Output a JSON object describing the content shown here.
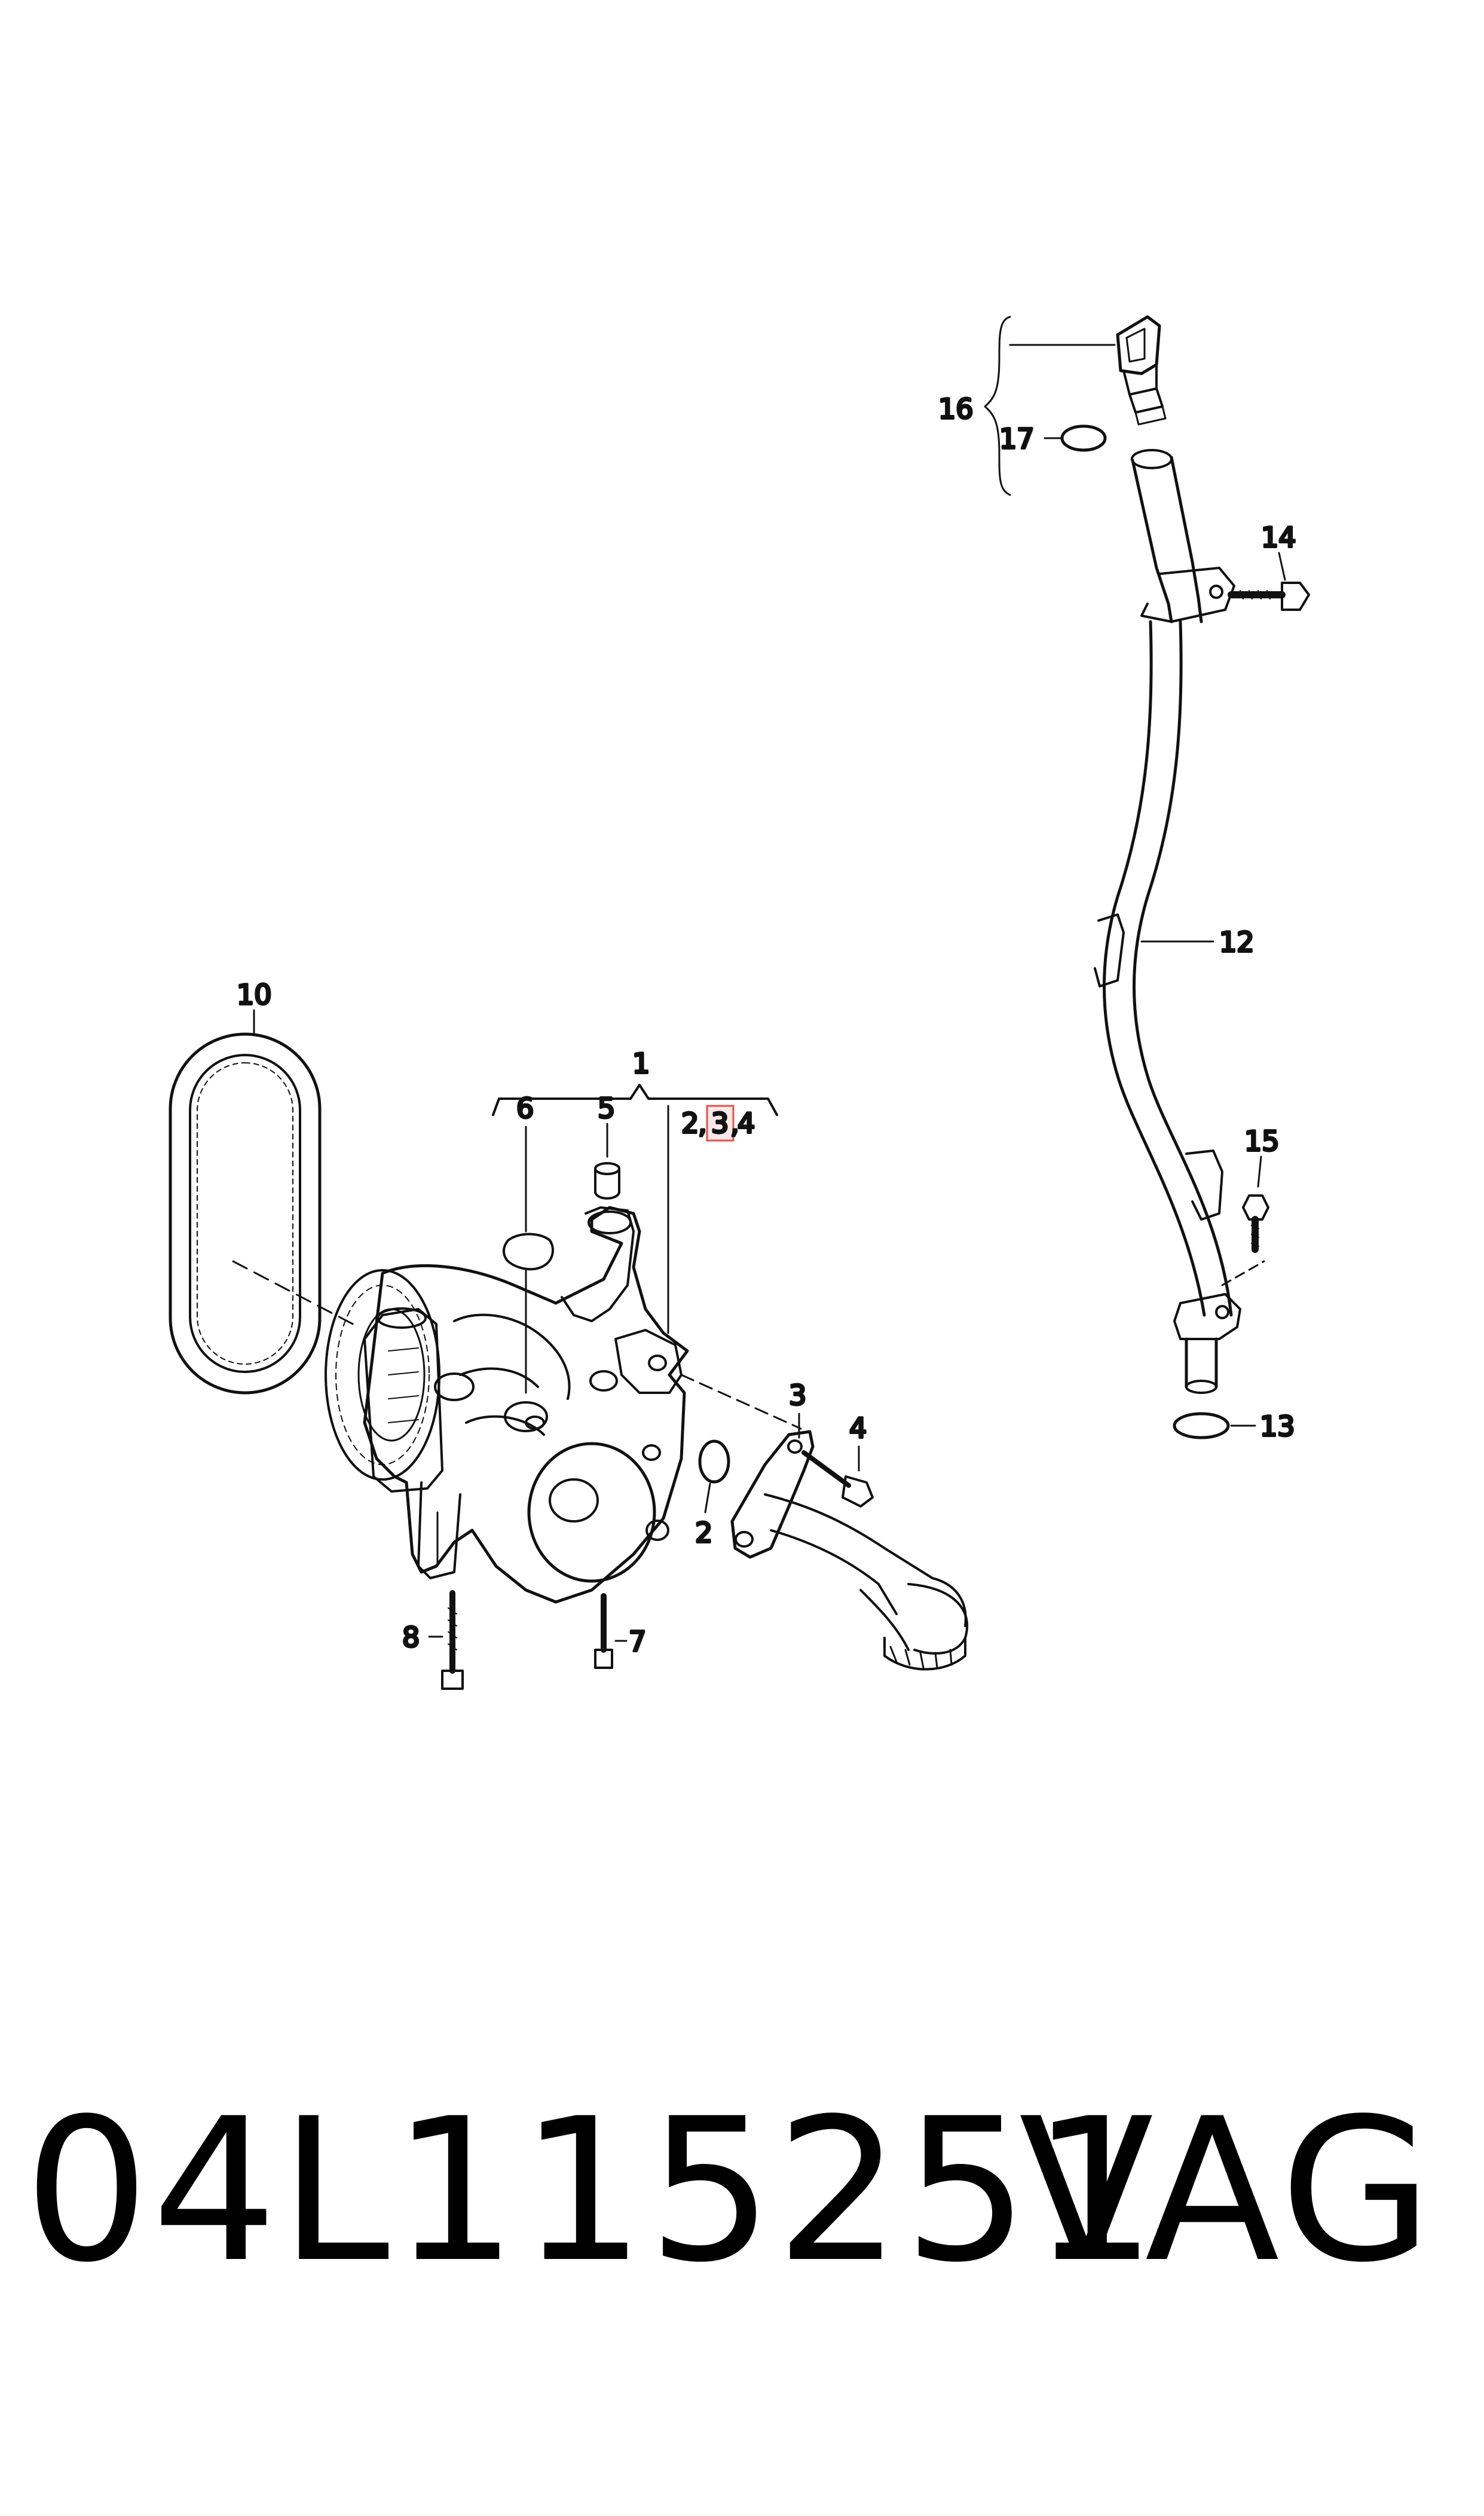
{
  "callouts": {
    "c1": "1",
    "c2": "2",
    "c2b": "2",
    "c3": "3",
    "c3b": "3",
    "c4": "4",
    "c4b": "4",
    "c5": "5",
    "c6": "6",
    "c7": "7",
    "c8": "8",
    "c10": "10",
    "c12": "12",
    "c13": "13",
    "c14": "14",
    "c15": "15",
    "c16": "16",
    "c17": "17"
  },
  "highlight_color": "#e8504a",
  "footer": {
    "part_number": "04L115251",
    "brand": "VAG"
  }
}
